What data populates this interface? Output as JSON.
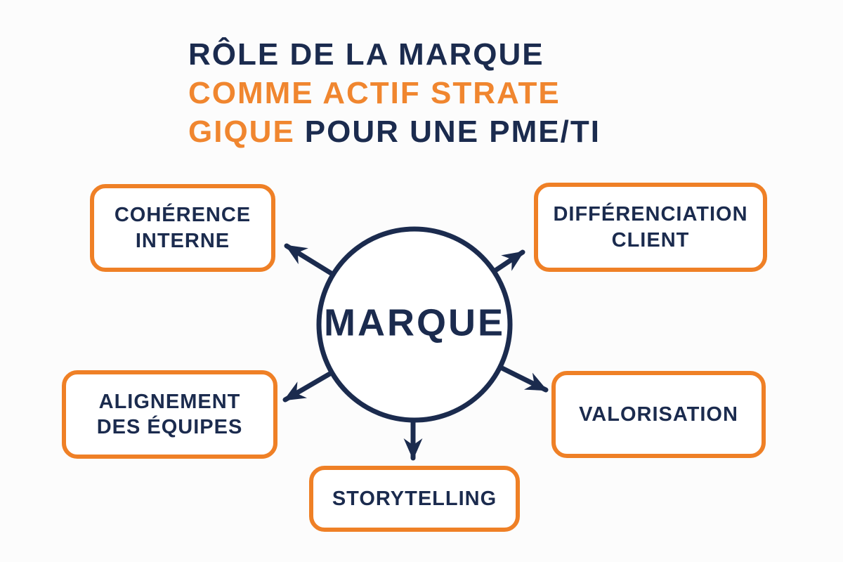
{
  "title": {
    "line1": "RÔLE DE LA MARQUE",
    "line2": "COMME ACTIF STRATE",
    "line3_orange": "GIQUE",
    "line3_navy": "POUR UNE PME/TI"
  },
  "center": {
    "label": "MARQUE"
  },
  "nodes": [
    {
      "id": "coherence-interne",
      "label": "COHÉRENCE\nINTERNE"
    },
    {
      "id": "differenciation-client",
      "label": "DIFFÉRENCIATION\nCLIENT"
    },
    {
      "id": "alignement-des-equipes",
      "label": "ALIGNEMENT\nDES ÉQUIPES"
    },
    {
      "id": "valorisation",
      "label": "VALORISATION"
    },
    {
      "id": "storytelling",
      "label": "STORYTELLING"
    }
  ],
  "edges": [
    {
      "from": "marque",
      "to": "coherence-interne"
    },
    {
      "from": "marque",
      "to": "differenciation-client"
    },
    {
      "from": "marque",
      "to": "alignement-des-equipes"
    },
    {
      "from": "marque",
      "to": "valorisation"
    },
    {
      "from": "marque",
      "to": "storytelling"
    }
  ],
  "colors": {
    "navy": "#1b2b4e",
    "orange_text": "#f0862f",
    "orange_border": "#ef8026",
    "background": "#fcfcfc",
    "node_background": "#ffffff"
  }
}
